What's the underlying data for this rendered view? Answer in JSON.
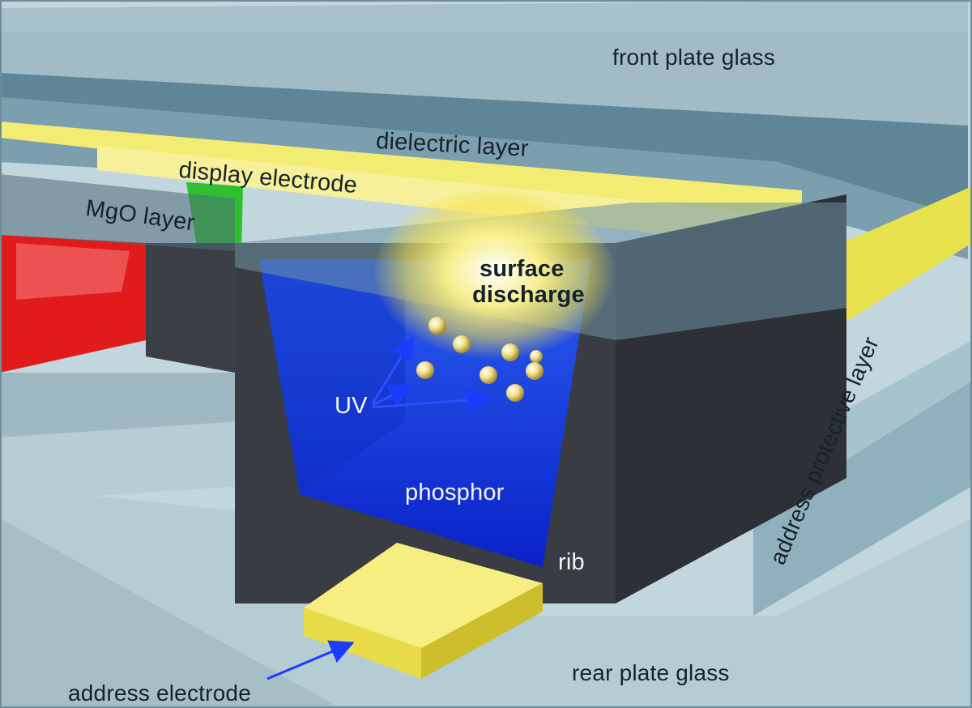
{
  "diagram": {
    "labels": {
      "front_plate_glass": "front plate glass",
      "dielectric_layer": "dielectric layer",
      "display_electrode": "display electrode",
      "mgo_layer": "MgO layer",
      "surface_discharge_line1": "surface",
      "surface_discharge_line2": "discharge",
      "uv": "UV",
      "phosphor": "phosphor",
      "rib": "rib",
      "address_protective_layer": "address protective layer",
      "rear_plate_glass": "rear plate glass",
      "address_electrode": "address electrode"
    },
    "colors": {
      "glass": "#a9c3ce",
      "dielectric": "#5f8797",
      "electrode": "#f2e86a",
      "rib": "#3a3d44",
      "phosphor_blue": "#1436d8",
      "phosphor_red": "#e01818",
      "phosphor_green": "#2fbf2f",
      "discharge_glow": "#fff27a",
      "arrow": "#1a3cff"
    }
  }
}
